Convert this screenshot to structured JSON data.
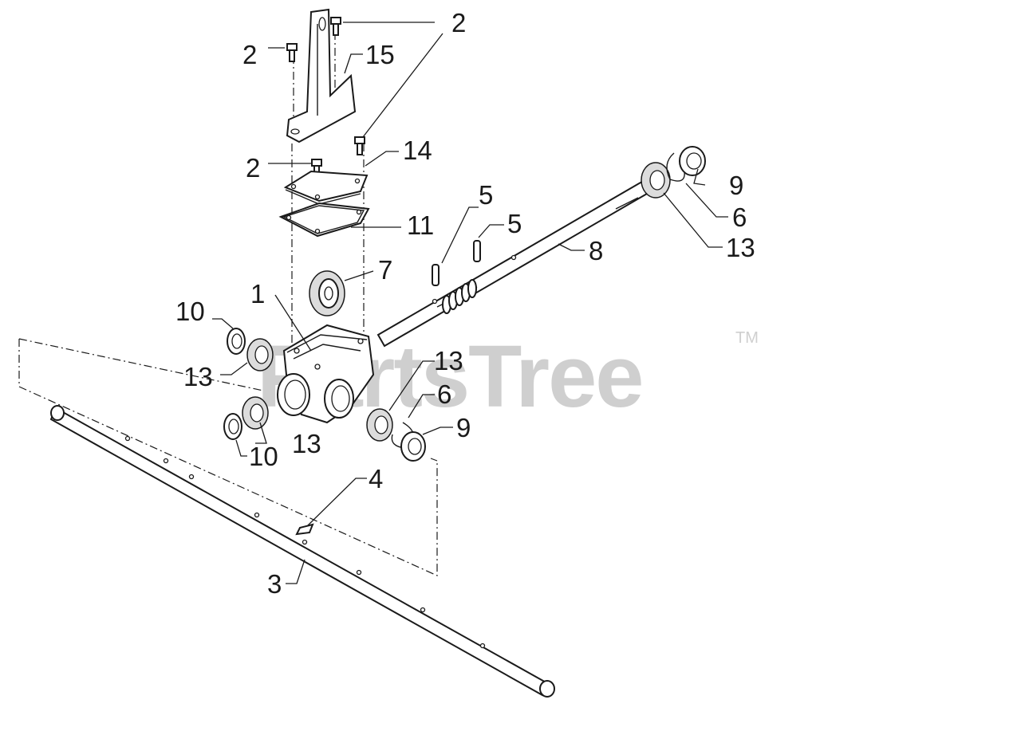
{
  "watermark": {
    "text": "PartsTree",
    "trademark": "TM"
  },
  "callouts": [
    {
      "id": "c-2a",
      "label": "2"
    },
    {
      "id": "c-2b",
      "label": "2"
    },
    {
      "id": "c-15",
      "label": "15"
    },
    {
      "id": "c-2c",
      "label": "2"
    },
    {
      "id": "c-14",
      "label": "14"
    },
    {
      "id": "c-11",
      "label": "11"
    },
    {
      "id": "c-7",
      "label": "7"
    },
    {
      "id": "c-1",
      "label": "1"
    },
    {
      "id": "c-10a",
      "label": "10"
    },
    {
      "id": "c-13a",
      "label": "13"
    },
    {
      "id": "c-13b",
      "label": "13"
    },
    {
      "id": "c-10b",
      "label": "10"
    },
    {
      "id": "c-5a",
      "label": "5"
    },
    {
      "id": "c-5b",
      "label": "5"
    },
    {
      "id": "c-8",
      "label": "8"
    },
    {
      "id": "c-9a",
      "label": "9"
    },
    {
      "id": "c-6a",
      "label": "6"
    },
    {
      "id": "c-13c",
      "label": "13"
    },
    {
      "id": "c-13d",
      "label": "13"
    },
    {
      "id": "c-6b",
      "label": "6"
    },
    {
      "id": "c-9b",
      "label": "9"
    },
    {
      "id": "c-4",
      "label": "4"
    },
    {
      "id": "c-3",
      "label": "3"
    }
  ]
}
